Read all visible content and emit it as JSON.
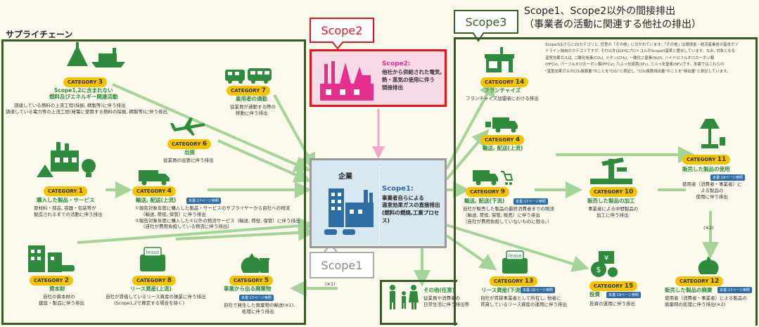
{
  "supply_chain_label": "サプライチェーン",
  "scope2_callout": "Scope2",
  "scope3_callout": "Scope3",
  "scope1_callout": "Scope1",
  "scope3_note": {
    "line1": "Scope1、Scope2以外の間接排出",
    "line2": "（事業者の活動に関連する他社の排出）"
  },
  "company": {
    "label": "企業",
    "scope1_title": "Scope1:",
    "scope1_line1": "事業者自らによる",
    "scope1_line2": "温室効果ガスの直接排出",
    "scope1_line3": "(燃料の燃焼,工業プロセス)"
  },
  "scope2_box": {
    "title": "Scope2:",
    "line1": "他社から供給された電気,",
    "line2": "熱・蒸気の使用に伴う",
    "line3": "間接排出"
  },
  "info_text": [
    "Scope3はさらに15カテゴリと, 任意の「その他」に分かれています。「その他」は環境省・経済産業省の基本ガイ",
    "ドライン独自のカテゴリですが, それ以外はGHGプロトコルのScope3基準と整合しています。なお, 対象となる",
    "温室効果ガスは, 二酸化炭素(CO₂), メタン(CH₄), 一酸化二窒素(N₂O), ハイドロフルオロカーボン類",
    "(HFCs), パーフルオロカーボン類(PFCs), 六ふっ化硫黄(SF₆), 三ふっ化窒素(NF₃)です。本書ではこれらの",
    "\"温室効果ガスのCO₂換算量\"のことを\"CO₂\"と表記し, \"CO₂換算排出量\"のことを\"排出量\"と表記しています。"
  ],
  "categories": {
    "c1": {
      "label": "CATEGORY",
      "num": "1",
      "title": "購入した製品・サービス",
      "desc": [
        "原材料・部品, 容器・包装等が",
        "製造されるまでの活動に伴う排出"
      ]
    },
    "c2": {
      "label": "CATEGORY",
      "num": "2",
      "title": "資本財",
      "desc": [
        "自社の資本財の",
        "建設・製造に伴う排出"
      ]
    },
    "c3": {
      "label": "CATEGORY",
      "num": "3",
      "title": [
        "Scope1,2に含まれない",
        "燃料及びエネルギー関連活動"
      ],
      "desc": [
        "調達している燃料の上流工程(採掘, 精製等)に伴う排出",
        "調達している電力等の上流工程(発電に使用する燃料の採掘, 精製等)に伴う排出"
      ]
    },
    "c4": {
      "label": "CATEGORY",
      "num": "4",
      "title": "輸送, 配送(上流)",
      "ref": "本書:17ページ参照",
      "desc": [
        "①報告対象年度に購入した製品・サービスのサプライヤーから自社への物流",
        "（輸送, 荷役, 保管）に伴う排出",
        "②報告対象年度に購入した①以外の物流サービス（輸送, 荷役, 保管）に伴う排出",
        "（自社が費用負担している物流に伴う排出）"
      ]
    },
    "c5": {
      "label": "CATEGORY",
      "num": "5",
      "title": "事業から出る廃棄物",
      "ref": "本書:17ページ参照",
      "desc": [
        "自社で発生した廃棄物の輸送(※1),",
        "処理に伴う排出"
      ]
    },
    "c6": {
      "label": "CATEGORY",
      "num": "6",
      "title": "出張",
      "desc": [
        "従業員の出張に伴う排出"
      ]
    },
    "c7": {
      "label": "CATEGORY",
      "num": "7",
      "title": "雇用者の通勤",
      "desc": [
        "従業員が通勤する際の",
        "移動に伴う排出"
      ]
    },
    "c8": {
      "label": "CATEGORY",
      "num": "8",
      "title": "リース資産(上流)",
      "desc": [
        "自社が賃借しているリース資産の操業に伴う排出",
        "(Scope1,2で算定する場合を除く)"
      ]
    },
    "c9": {
      "label": "CATEGORY",
      "num": "9",
      "title": "輸送, 配送(下流)",
      "ref": "本書:17ページ参照",
      "desc": [
        "自社が販売した製品の最終消費者までの物流",
        "（輸送, 荷役, 保管, 販売）に伴う排出",
        "（自社が費用負担していないものに限る。）"
      ]
    },
    "c10": {
      "label": "CATEGORY",
      "num": "10",
      "title": "販売した製品の加工",
      "desc": [
        "事業者による中間製品の",
        "加工に伴う排出"
      ]
    },
    "c11": {
      "label": "CATEGORY",
      "num": "11",
      "title": "販売した製品の使用",
      "ref": "本書:19ページ参照",
      "desc": [
        "使用者（消費者・事業者）に",
        "よる製品の",
        "使用に伴う排出"
      ]
    },
    "c12": {
      "label": "CATEGORY",
      "num": "12",
      "title": "販売した製品の廃棄",
      "ref": "本書:17ページ参照",
      "desc": [
        "使用者（消費者・事業者）による製品の",
        "廃棄時の処理に伴う排出(※2)"
      ]
    },
    "c13": {
      "label": "CATEGORY",
      "num": "13",
      "title": "リース資産(下流)",
      "ref": "本書:19ページ参照",
      "desc": [
        "自社が賃貸事業者として所有し, 他者に",
        "賃貸しているリース資産の運用に伴う排出"
      ]
    },
    "c14": {
      "label": "CATEGORY",
      "num": "14",
      "title": "フランチャイズ",
      "desc": [
        "フランチャイズ加盟者における排出"
      ]
    },
    "c15": {
      "label": "CATEGORY",
      "num": "15",
      "title": "投資",
      "ref": "本書:19ページ参照",
      "desc": [
        "投資の運用に伴う排出"
      ]
    },
    "other": {
      "title": "その他(任意)",
      "desc": [
        "従業員や消費者の",
        "日常生活に伴う排出等"
      ]
    }
  },
  "notes": {
    "n1": "(※1)",
    "n2": "(※2)"
  },
  "colors": {
    "green": "#2e8b3e",
    "yellow": "#f4c400",
    "scope2_red": "#e8141c",
    "scope2_pink": "#e62e8c",
    "scope1_blue": "#2e6da4",
    "arrow_green": "#a5d49a",
    "outline": "#3a5a28"
  }
}
